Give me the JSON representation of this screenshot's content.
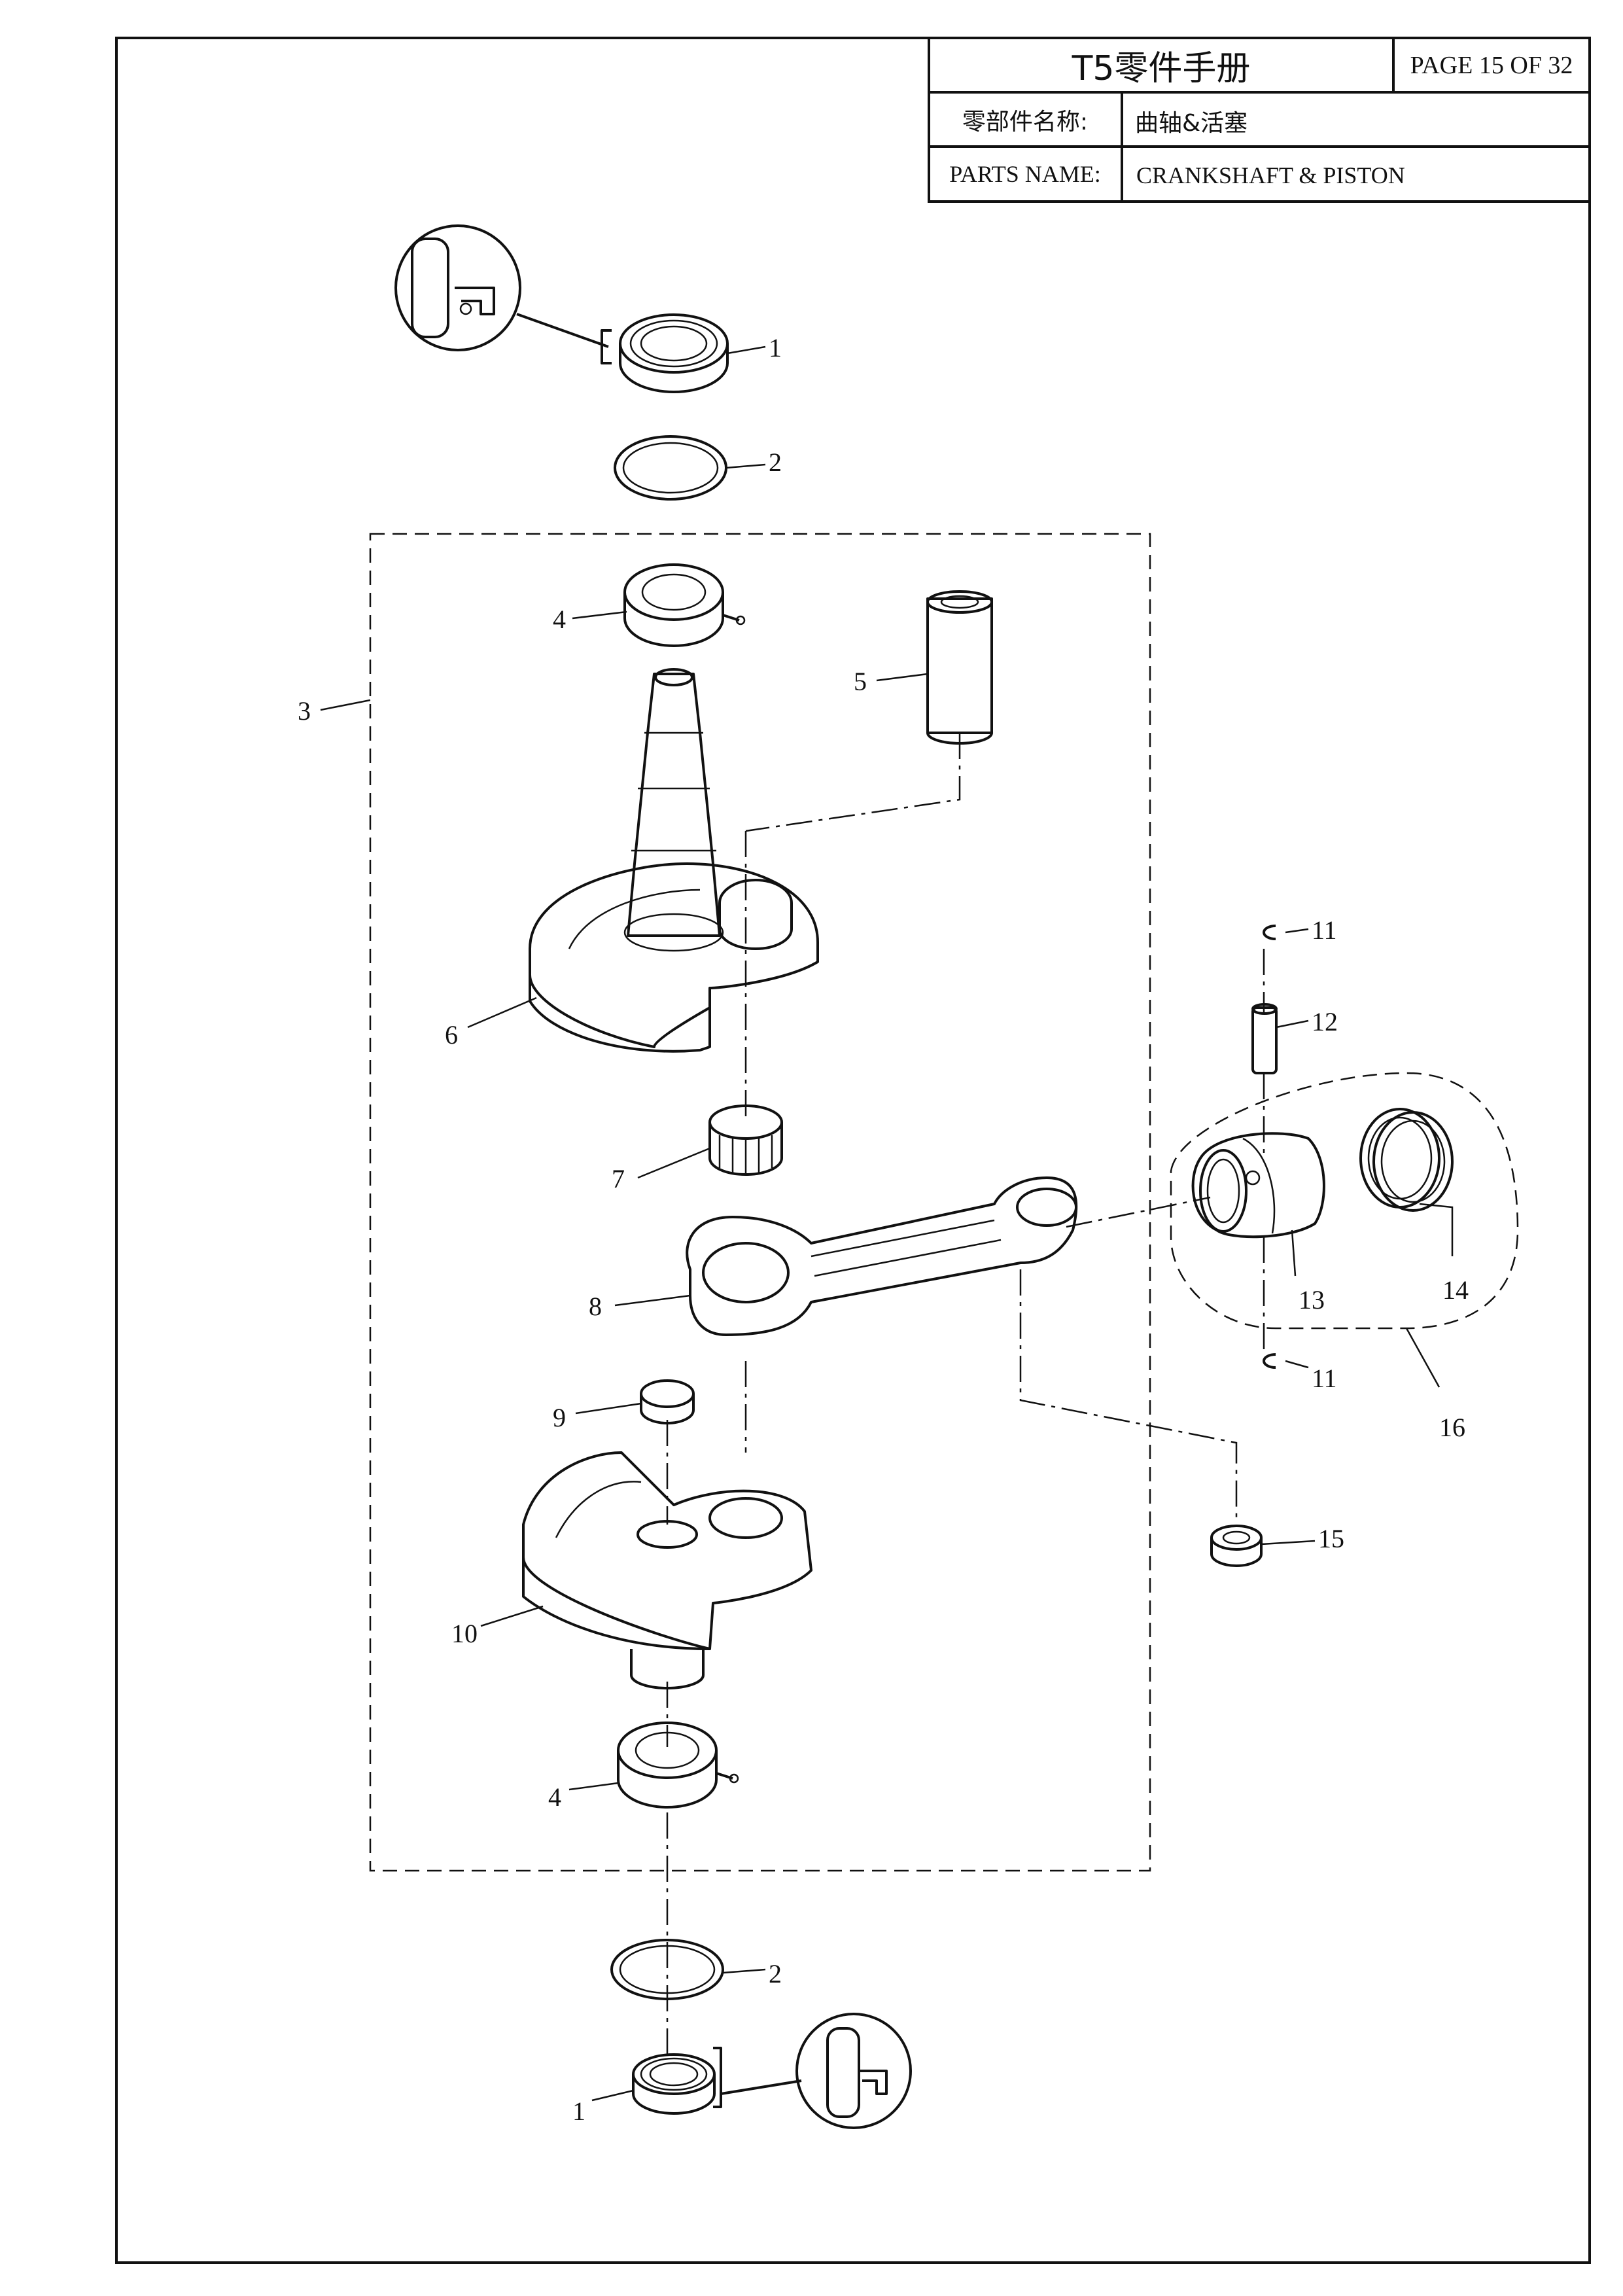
{
  "title_block": {
    "title": "T5零件手册",
    "page": "PAGE 15 OF 32",
    "name_label_cn": "零部件名称:",
    "name_value_cn": "曲轴&活塞",
    "name_label_en": "PARTS NAME:",
    "name_value_en": "CRANKSHAFT & PISTON"
  },
  "callouts": {
    "c1_top": "1",
    "c2_top": "2",
    "c3": "3",
    "c4_top": "4",
    "c5": "5",
    "c6": "6",
    "c7": "7",
    "c8": "8",
    "c9": "9",
    "c10": "10",
    "c4_bottom": "4",
    "c2_bottom": "2",
    "c1_bottom": "1",
    "c11_top": "11",
    "c12": "12",
    "c13": "13",
    "c14": "14",
    "c11_bottom": "11",
    "c15": "15",
    "c16": "16"
  }
}
